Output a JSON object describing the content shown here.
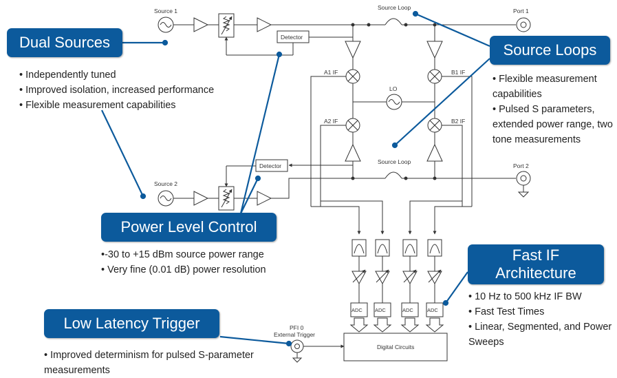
{
  "callouts": {
    "dual_sources": {
      "title": "Dual Sources",
      "bullets": [
        "• Independently tuned",
        "• Improved isolation, increased performance",
        "• Flexible measurement capabilities"
      ]
    },
    "source_loops": {
      "title": "Source Loops",
      "bullets": [
        "• Flexible measurement",
        "capabilities",
        "• Pulsed S parameters,",
        "extended power range, two",
        "tone measurements"
      ]
    },
    "power_level": {
      "title": "Power Level Control",
      "bullets": [
        "•-30 to +15 dBm source power range",
        "• Very fine (0.01 dB) power resolution"
      ]
    },
    "fast_if": {
      "title_line1": "Fast IF",
      "title_line2": "Architecture",
      "bullets": [
        "• 10 Hz to 500 kHz IF BW",
        "• Fast Test Times",
        "• Linear, Segmented, and Power",
        "Sweeps"
      ]
    },
    "low_latency": {
      "title": "Low Latency Trigger",
      "bullets": [
        "• Improved determinism for pulsed S-parameter",
        "measurements"
      ]
    }
  },
  "diagram": {
    "source1": "Source 1",
    "source2": "Source 2",
    "source_loop": "Source Loop",
    "port1": "Port 1",
    "port2": "Port 2",
    "detector": "Detector",
    "a1_if": "A1 IF",
    "b1_if": "B1 IF",
    "a2_if": "A2 IF",
    "b2_if": "B2 IF",
    "lo": "LO",
    "adc": "ADC",
    "pfi": "PFI 0",
    "ext_trigger": "External Trigger",
    "digital_circuits": "Digital Circuits"
  },
  "colors": {
    "callout_fill": "#0c5a9c",
    "leader_line": "#0c5a9c",
    "line": "#333333"
  }
}
